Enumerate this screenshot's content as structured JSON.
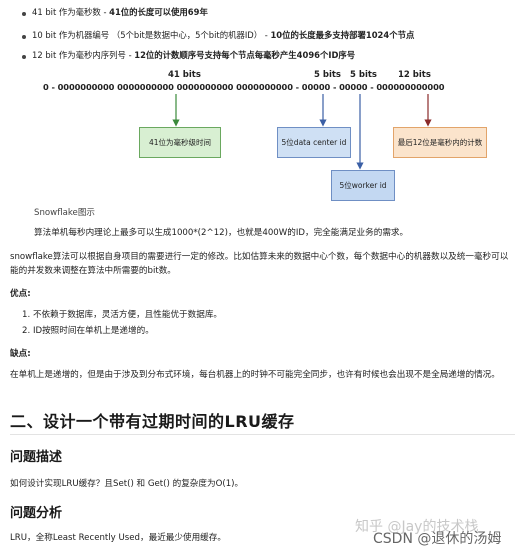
{
  "bullets": [
    {
      "prefix": "41 bit 作为毫秒数 - ",
      "bold": "41位的长度可以使用69年"
    },
    {
      "prefix": "10 bit 作为机器编号 （5个bit是数据中心，5个bit的机器ID） - ",
      "bold": "10位的长度最多支持部署1024个节点"
    },
    {
      "prefix": "12 bit 作为毫秒内序列号 - ",
      "bold": "12位的计数顺序号支持每个节点每毫秒产生4096个ID序号"
    }
  ],
  "diagram": {
    "label_41": "41 bits",
    "label_5a": "5 bits",
    "label_5b": "5 bits",
    "label_12": "12 bits",
    "bits_row": "0 - 0000000000 0000000000 0000000000 0000000000 - 00000 - 00000 - 000000000000",
    "box_timestamp": "41位为毫秒级时间",
    "box_datacenter": "5位data center id",
    "box_sequence": "最后12位是毫秒内的计数",
    "box_worker": "5位worker id",
    "colors": {
      "green_fill": "#d8efd2",
      "green_stroke": "#6aa85f",
      "blue_fill": "#cfe0f4",
      "blue_stroke": "#6f8fc4",
      "orange_fill": "#fbe4cc",
      "orange_stroke": "#e2a46a",
      "worker_fill": "#c3d8f2",
      "worker_stroke": "#6f8fc4"
    }
  },
  "caption": "Snowflake图示",
  "para_throughput": "算法单机每秒内理论上最多可以生成1000*(2^12)，也就是400W的ID，完全能满足业务的需求。",
  "para_modify": "snowflake算法可以根据自身项目的需要进行一定的修改。比如估算未来的数据中心个数，每个数据中心的机器数以及统一毫秒可以能的并发数来调整在算法中所需要的bit数。",
  "pros_title": "优点:",
  "pros": [
    "不依赖于数据库，灵活方便，且性能优于数据库。",
    "ID按照时间在单机上是递增的。"
  ],
  "cons_title": "缺点:",
  "cons_text": "在单机上是递增的，但是由于涉及到分布式环境，每台机器上的时钟不可能完全同步，也许有时候也会出现不是全局递增的情况。",
  "heading_lru": "二、设计一个带有过期时间的LRU缓存",
  "heading_problem": "问题描述",
  "problem_text": "如何设计实现LRU缓存？且Set() 和 Get() 的复杂度为O(1)。",
  "heading_analysis": "问题分析",
  "analysis_text": "LRU，全称Least Recently Used，最近最少使用缓存。",
  "watermark_zhihu": "知乎 @Jay的技术栈",
  "watermark_csdn": "CSDN @退休的汤姆"
}
